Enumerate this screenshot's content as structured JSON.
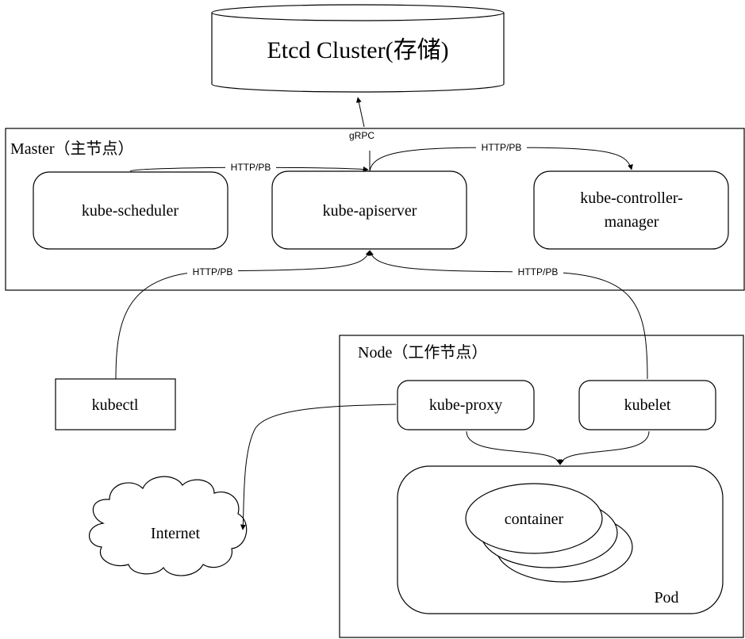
{
  "etcd": {
    "label": "Etcd Cluster(存储)"
  },
  "master": {
    "title": "Master（主节点）",
    "scheduler": "kube-scheduler",
    "apiserver": "kube-apiserver",
    "controller_line1": "kube-controller-",
    "controller_line2": "manager"
  },
  "node": {
    "title": "Node（工作节点）",
    "proxy": "kube-proxy",
    "kubelet": "kubelet",
    "container": "container",
    "pod": "Pod"
  },
  "kubectl": "kubectl",
  "internet": "Internet",
  "protocols": {
    "grpc": "gRPC",
    "sched_api": "HTTP/PB",
    "api_ctrl": "HTTP/PB",
    "kubectl_api": "HTTP/PB",
    "kubelet_api": "HTTP/PB"
  }
}
